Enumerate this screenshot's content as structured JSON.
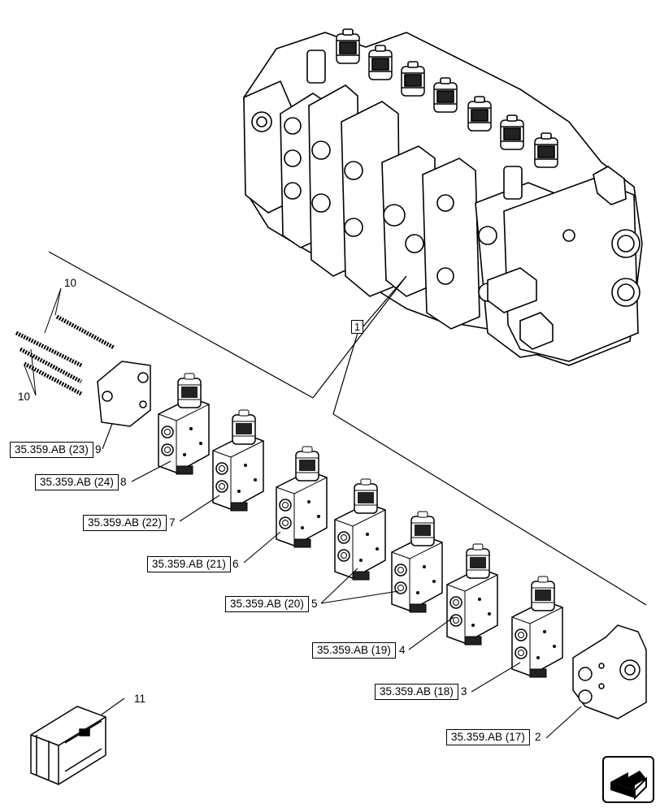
{
  "callouts": [
    {
      "ref": "35.359.AB (23)",
      "item": "9"
    },
    {
      "ref": "35.359.AB (24)",
      "item": "8"
    },
    {
      "ref": "35.359.AB (22)",
      "item": "7"
    },
    {
      "ref": "35.359.AB (21)",
      "item": "6"
    },
    {
      "ref": "35.359.AB (20)",
      "item": "5"
    },
    {
      "ref": "35.359.AB (19)",
      "item": "4"
    },
    {
      "ref": "35.359.AB (18)",
      "item": "3"
    },
    {
      "ref": "35.359.AB (17)",
      "item": "2"
    }
  ],
  "item_main_assembly": "1",
  "item_tie_rods_top": "10",
  "item_tie_rods_bottom": "10",
  "item_kit_box": "11",
  "nav_icon": "next-page-arrow-icon"
}
